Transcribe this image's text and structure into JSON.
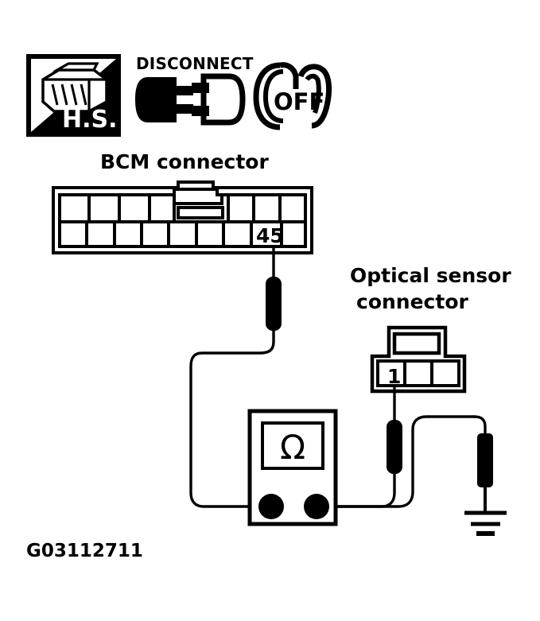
{
  "figure": {
    "id_label": "G03112711",
    "title": "BCM connector continuity check to optical sensor connector",
    "background_color": "#ffffff",
    "line_color": "#000000"
  },
  "badges": [
    {
      "name": "hs-badge",
      "label": "H.S.",
      "description": "connector-handset-icon",
      "meaning": "Harness Side"
    },
    {
      "name": "disconnect-badge",
      "label": "DISCONNECT",
      "description": "separated-connector-halves-icon"
    },
    {
      "name": "ignition-off-badge",
      "label": "OFF",
      "description": "ignition-key-switch-icon"
    }
  ],
  "connectors": [
    {
      "name": "bcm-connector",
      "label": "BCM connector",
      "top_row_cells": 7,
      "bottom_row_cells": 9,
      "pin_label": "45",
      "pin_cell_index": 8
    },
    {
      "name": "optical-sensor-connector",
      "label_line1": "Optical sensor",
      "label_line2": "connector",
      "cells": 3,
      "pin_label": "1",
      "pin_cell_index": 1
    }
  ],
  "instrument": {
    "name": "multimeter",
    "display_symbol": "Ω",
    "measurement": "resistance",
    "terminal_count": 2
  },
  "ground": {
    "name": "chassis-ground",
    "symbol": "earth-ground",
    "bar_count": 3
  },
  "probes": [
    {
      "name": "probe-bcm-pin-45",
      "connected_to": "45"
    },
    {
      "name": "probe-optical-pin-1",
      "connected_to": "1"
    },
    {
      "name": "probe-ground",
      "connected_to": "ground"
    }
  ]
}
